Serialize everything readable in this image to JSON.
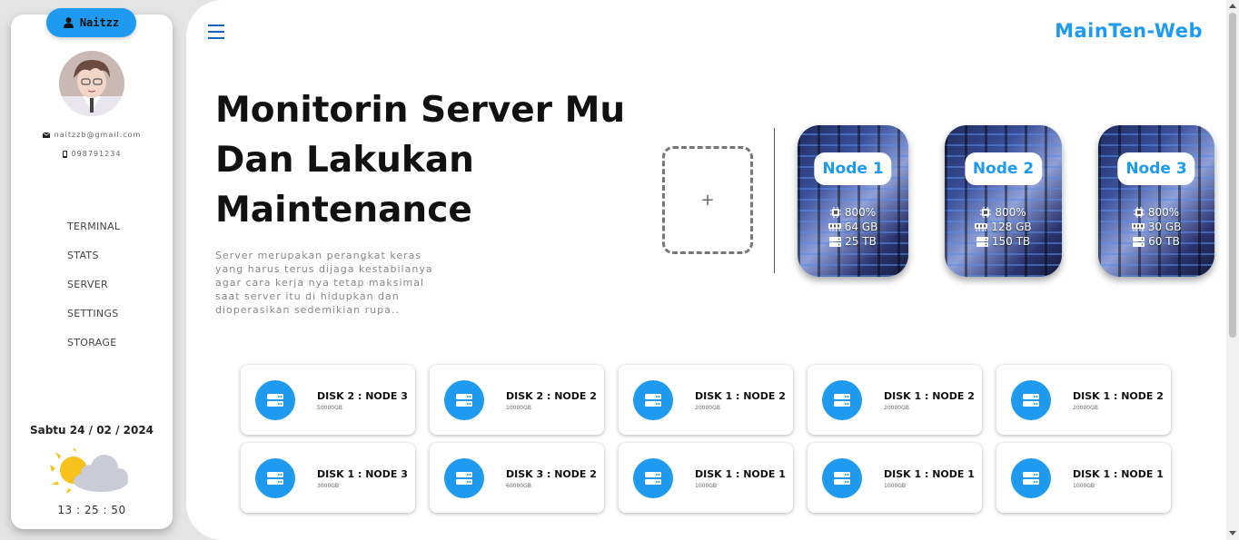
{
  "user": {
    "name": "Naitzz",
    "email": "naitzzb@gmail.com",
    "phone": "098791234"
  },
  "nav": [
    "TERMINAL",
    "STATS",
    "SERVER",
    "SETTINGS",
    "STORAGE"
  ],
  "date": "Sabtu 24 / 02 / 2024",
  "time": "13 : 25 : 50",
  "brand": "MainTen-Web",
  "hero": {
    "title": "Monitorin Server Mu Dan Lakukan Maintenance",
    "description": "Server merupakan perangkat keras yang harus terus dijaga kestabilanya agar cara kerja nya tetap maksimal saat server itu di hidupkan dan dioperasikan sedemikian rupa.."
  },
  "add_node_label": "+",
  "nodes": [
    {
      "name": "Node 1",
      "cpu": "800%",
      "ram": "64 GB",
      "storage": "25 TB"
    },
    {
      "name": "Node 2",
      "cpu": "800%",
      "ram": "128 GB",
      "storage": "150 TB"
    },
    {
      "name": "Node 3",
      "cpu": "800%",
      "ram": "30 GB",
      "storage": "60 TB"
    }
  ],
  "disks": [
    {
      "name": "DISK 2 : NODE 3",
      "size": "50000GB"
    },
    {
      "name": "DISK 2 : NODE 2",
      "size": "10000GB"
    },
    {
      "name": "DISK 1 : NODE 2",
      "size": "20000GB"
    },
    {
      "name": "DISK 1 : NODE 2",
      "size": "20000GB"
    },
    {
      "name": "DISK 1 : NODE 2",
      "size": "20000GB"
    },
    {
      "name": "DISK 1 : NODE 3",
      "size": "3000GB"
    },
    {
      "name": "DISK 3 : NODE 2",
      "size": "60000GB"
    },
    {
      "name": "DISK 1 : NODE 1",
      "size": "1000GB"
    },
    {
      "name": "DISK 1 : NODE 1",
      "size": "1000GB"
    },
    {
      "name": "DISK 1 : NODE 1",
      "size": "1000GB"
    }
  ],
  "colors": {
    "accent": "#1e9bf0",
    "text": "#111111"
  }
}
